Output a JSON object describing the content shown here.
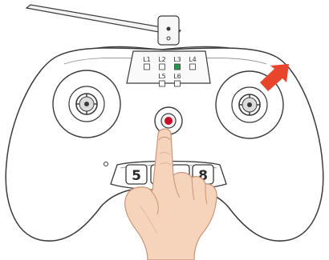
{
  "indicator_panel": {
    "row1": [
      {
        "label": "L1",
        "state": "off"
      },
      {
        "label": "L2",
        "state": "off"
      },
      {
        "label": "L3",
        "state": "on"
      },
      {
        "label": "L4",
        "state": "off"
      }
    ],
    "row2": [
      {
        "label": "L5",
        "state": "off"
      },
      {
        "label": "L6",
        "state": "off"
      }
    ]
  },
  "keys": {
    "left": "5",
    "right": "8"
  },
  "colors": {
    "led_on": "#1e9d47",
    "led_off": "#ffffff",
    "arrow": "#e8452c",
    "center_button": "#c8102e",
    "outline": "#3a3a3a"
  },
  "icons": {
    "arrow": "arrow-up-right-icon",
    "hand": "pointing-hand-icon"
  }
}
